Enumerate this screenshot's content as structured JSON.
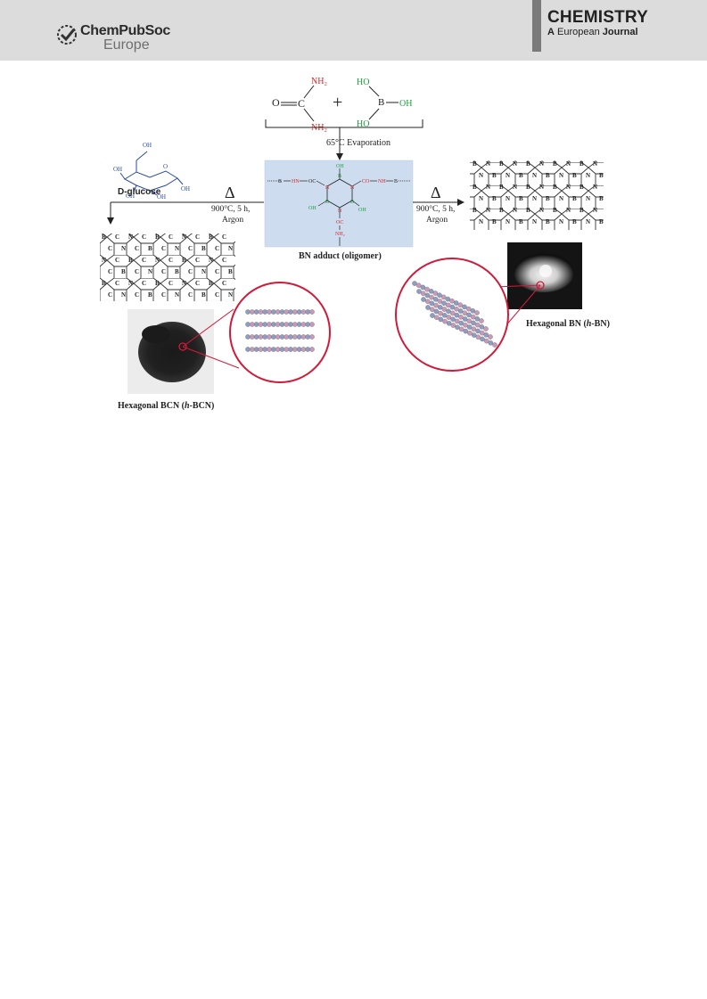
{
  "header": {
    "publisher_name": "ChemPubSoc",
    "publisher_region": "Europe",
    "journal_title": "CHEMISTRY",
    "journal_article": "A",
    "journal_european": "European",
    "journal_word": "Journal"
  },
  "scheme": {
    "urea": {
      "nh2_top": "NH₂",
      "nh2_bottom": "NH₂",
      "oxygen": "O",
      "carbon": "C"
    },
    "plus": "+",
    "boric_acid": {
      "ho_top": "HO",
      "oh_right": "OH",
      "ho_bottom": "HO",
      "boron": "B"
    },
    "evaporation": "65°C  Evaporation",
    "glucose": {
      "label": "D-glucose",
      "oh": "OH",
      "o": "O"
    },
    "delta": "Δ",
    "conditions_line1": "900°C, 5 h,",
    "conditions_line2": "Argon",
    "adduct": {
      "label": "BN adduct (oligomer)",
      "b": "B",
      "n": "N",
      "hn": "HN",
      "oc": "OC",
      "co": "CO",
      "nh": "NH",
      "oh": "OH",
      "nh2": "NH₂"
    },
    "lattice": {
      "b": "B",
      "c": "C",
      "n": "N"
    },
    "hbcn_label_prefix": "Hexagonal BCN (",
    "hbcn_label_italic": "h",
    "hbcn_label_suffix": "-BCN)",
    "hbn_label_prefix": "Hexagonal BN (",
    "hbn_label_italic": "h",
    "hbn_label_suffix": "-BN)"
  },
  "colors": {
    "header_bg": "#dcdcdc",
    "adduct_box": "#cddcee",
    "nitrogen_red": "#d62828",
    "oxygen_green": "#1a9e3a",
    "glucose_blue": "#2a4aa6",
    "zoom_circle": "#d11a3a"
  }
}
